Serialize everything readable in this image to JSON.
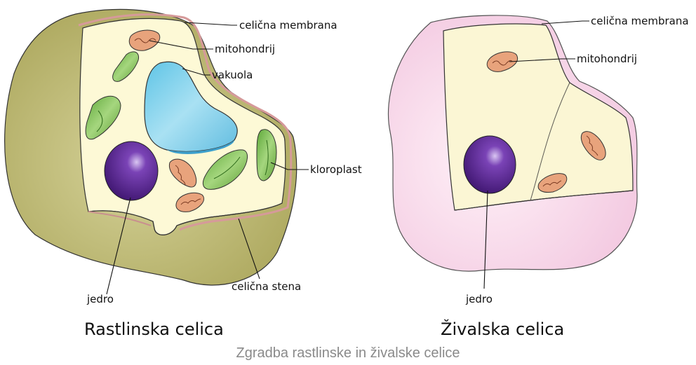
{
  "plant": {
    "title": "Rastlinska celica",
    "labels": {
      "membrane": "celična membrana",
      "mitochondrion": "mitohondrij",
      "vacuole": "vakuola",
      "chloroplast": "kloroplast",
      "nucleus": "jedro",
      "wall": "celična stena"
    }
  },
  "animal": {
    "title": "Živalska celica",
    "labels": {
      "membrane": "celična membrana",
      "mitochondrion": "mitohondrij",
      "nucleus": "jedro"
    }
  },
  "caption": "Zgradba rastlinske in živalske celice",
  "colors": {
    "plant_outer": "#b7b46a",
    "plant_cytoplasm": "#fdf9d6",
    "vacuole": "#8fd4ec",
    "chloroplast": "#7fbe4e",
    "mitochondrion": "#e8a37c",
    "nucleus": "#5a2a8c",
    "animal_outer": "#f6d7e8",
    "animal_cytoplasm": "#fbf6d4",
    "caption": "#8a8a8a"
  }
}
